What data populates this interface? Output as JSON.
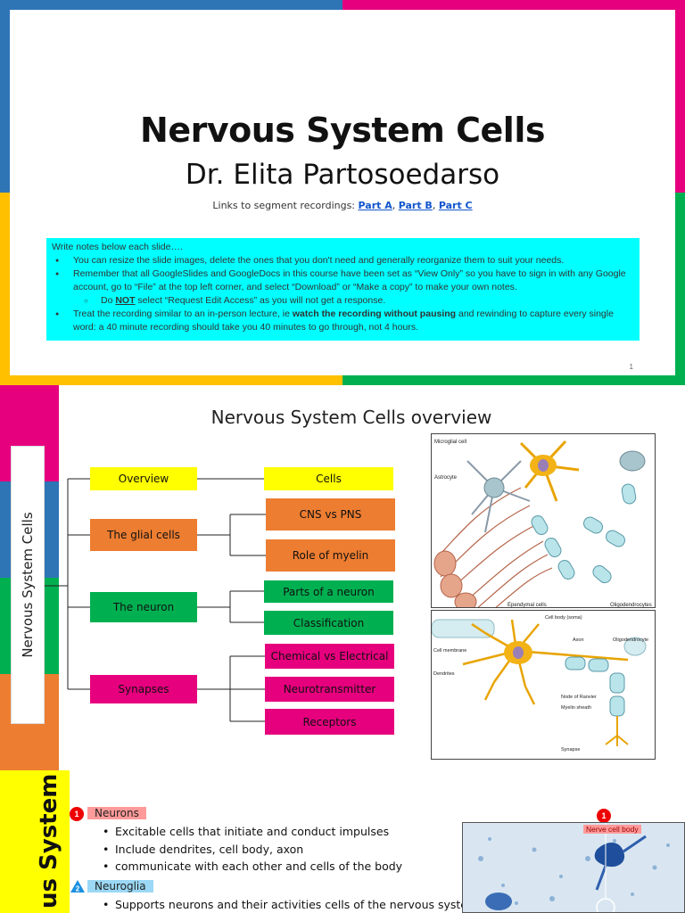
{
  "slide1": {
    "title": "Nervous System Cells",
    "subtitle": "Dr. Elita Partosoedarso",
    "links_prefix": "Links to segment recordings: ",
    "links": [
      "Part A",
      "Part B",
      "Part C"
    ],
    "notes": {
      "intro": "Write notes below each slide….",
      "bullet1": "You can resize the slide images, delete the ones that you don't need and generally reorganize them to suit your needs.",
      "bullet2": "Remember that all GoogleSlides and GoogleDocs in this course have been set as “View Only” so you have to  sign in with any Google account, go to “File” at the top left corner, and select “Download” or “Make a copy” to make your own notes.",
      "sub_pre": "Do ",
      "sub_bold": "NOT",
      "sub_post": " select “Request Edit Access” as you will not get a response.",
      "bullet3_pre": "Treat the recording similar to an in-person lecture, ie ",
      "bullet3_bold": "watch the recording without pausing",
      "bullet3_post": " and rewinding to capture every single word: a 40 minute recording should take you 40 minutes to go through, not 4 hours."
    },
    "page_number": "1"
  },
  "slide2": {
    "title": "Nervous System Cells overview",
    "side_label": "Nervous System Cells",
    "left_boxes": [
      "Overview",
      "The glial cells",
      "The neuron",
      "Synapses"
    ],
    "right_boxes": [
      "Cells",
      "CNS vs PNS",
      "Role of myelin",
      "Parts of a neuron",
      "Classification",
      "Chemical vs Electrical",
      "Neurotransmitter",
      "Receptors"
    ],
    "figure1_labels": [
      "Microglial cell",
      "Astrocyte",
      "Ependymal cells",
      "Oligodendrocytes"
    ],
    "figure2_labels": [
      "Cell body (soma)",
      "Cell membrane",
      "Axon",
      "Oligodendrocyte",
      "Dendrites",
      "Node of Ranvier",
      "Myelin sheath",
      "Synapse"
    ]
  },
  "slide3": {
    "side_label": "us System",
    "items": [
      {
        "num": "1",
        "header": "Neurons",
        "bullets": [
          "Excitable cells that initiate and conduct impulses",
          "Include dendrites, cell body, axon",
          "communicate with each other and cells of the body"
        ]
      },
      {
        "num": "2",
        "header": "Neuroglia",
        "bullets": [
          "Supports neurons and their activities cells of the nervous system"
        ]
      }
    ],
    "micro_num": "1",
    "micro_label": "Nerve cell body"
  },
  "colors": {
    "blue": "#2e75b6",
    "magenta": "#e6007e",
    "yellow": "#ffc000",
    "green": "#00b050",
    "orange": "#ed7d31",
    "cyan": "#00ffff",
    "link": "#1155cc"
  }
}
